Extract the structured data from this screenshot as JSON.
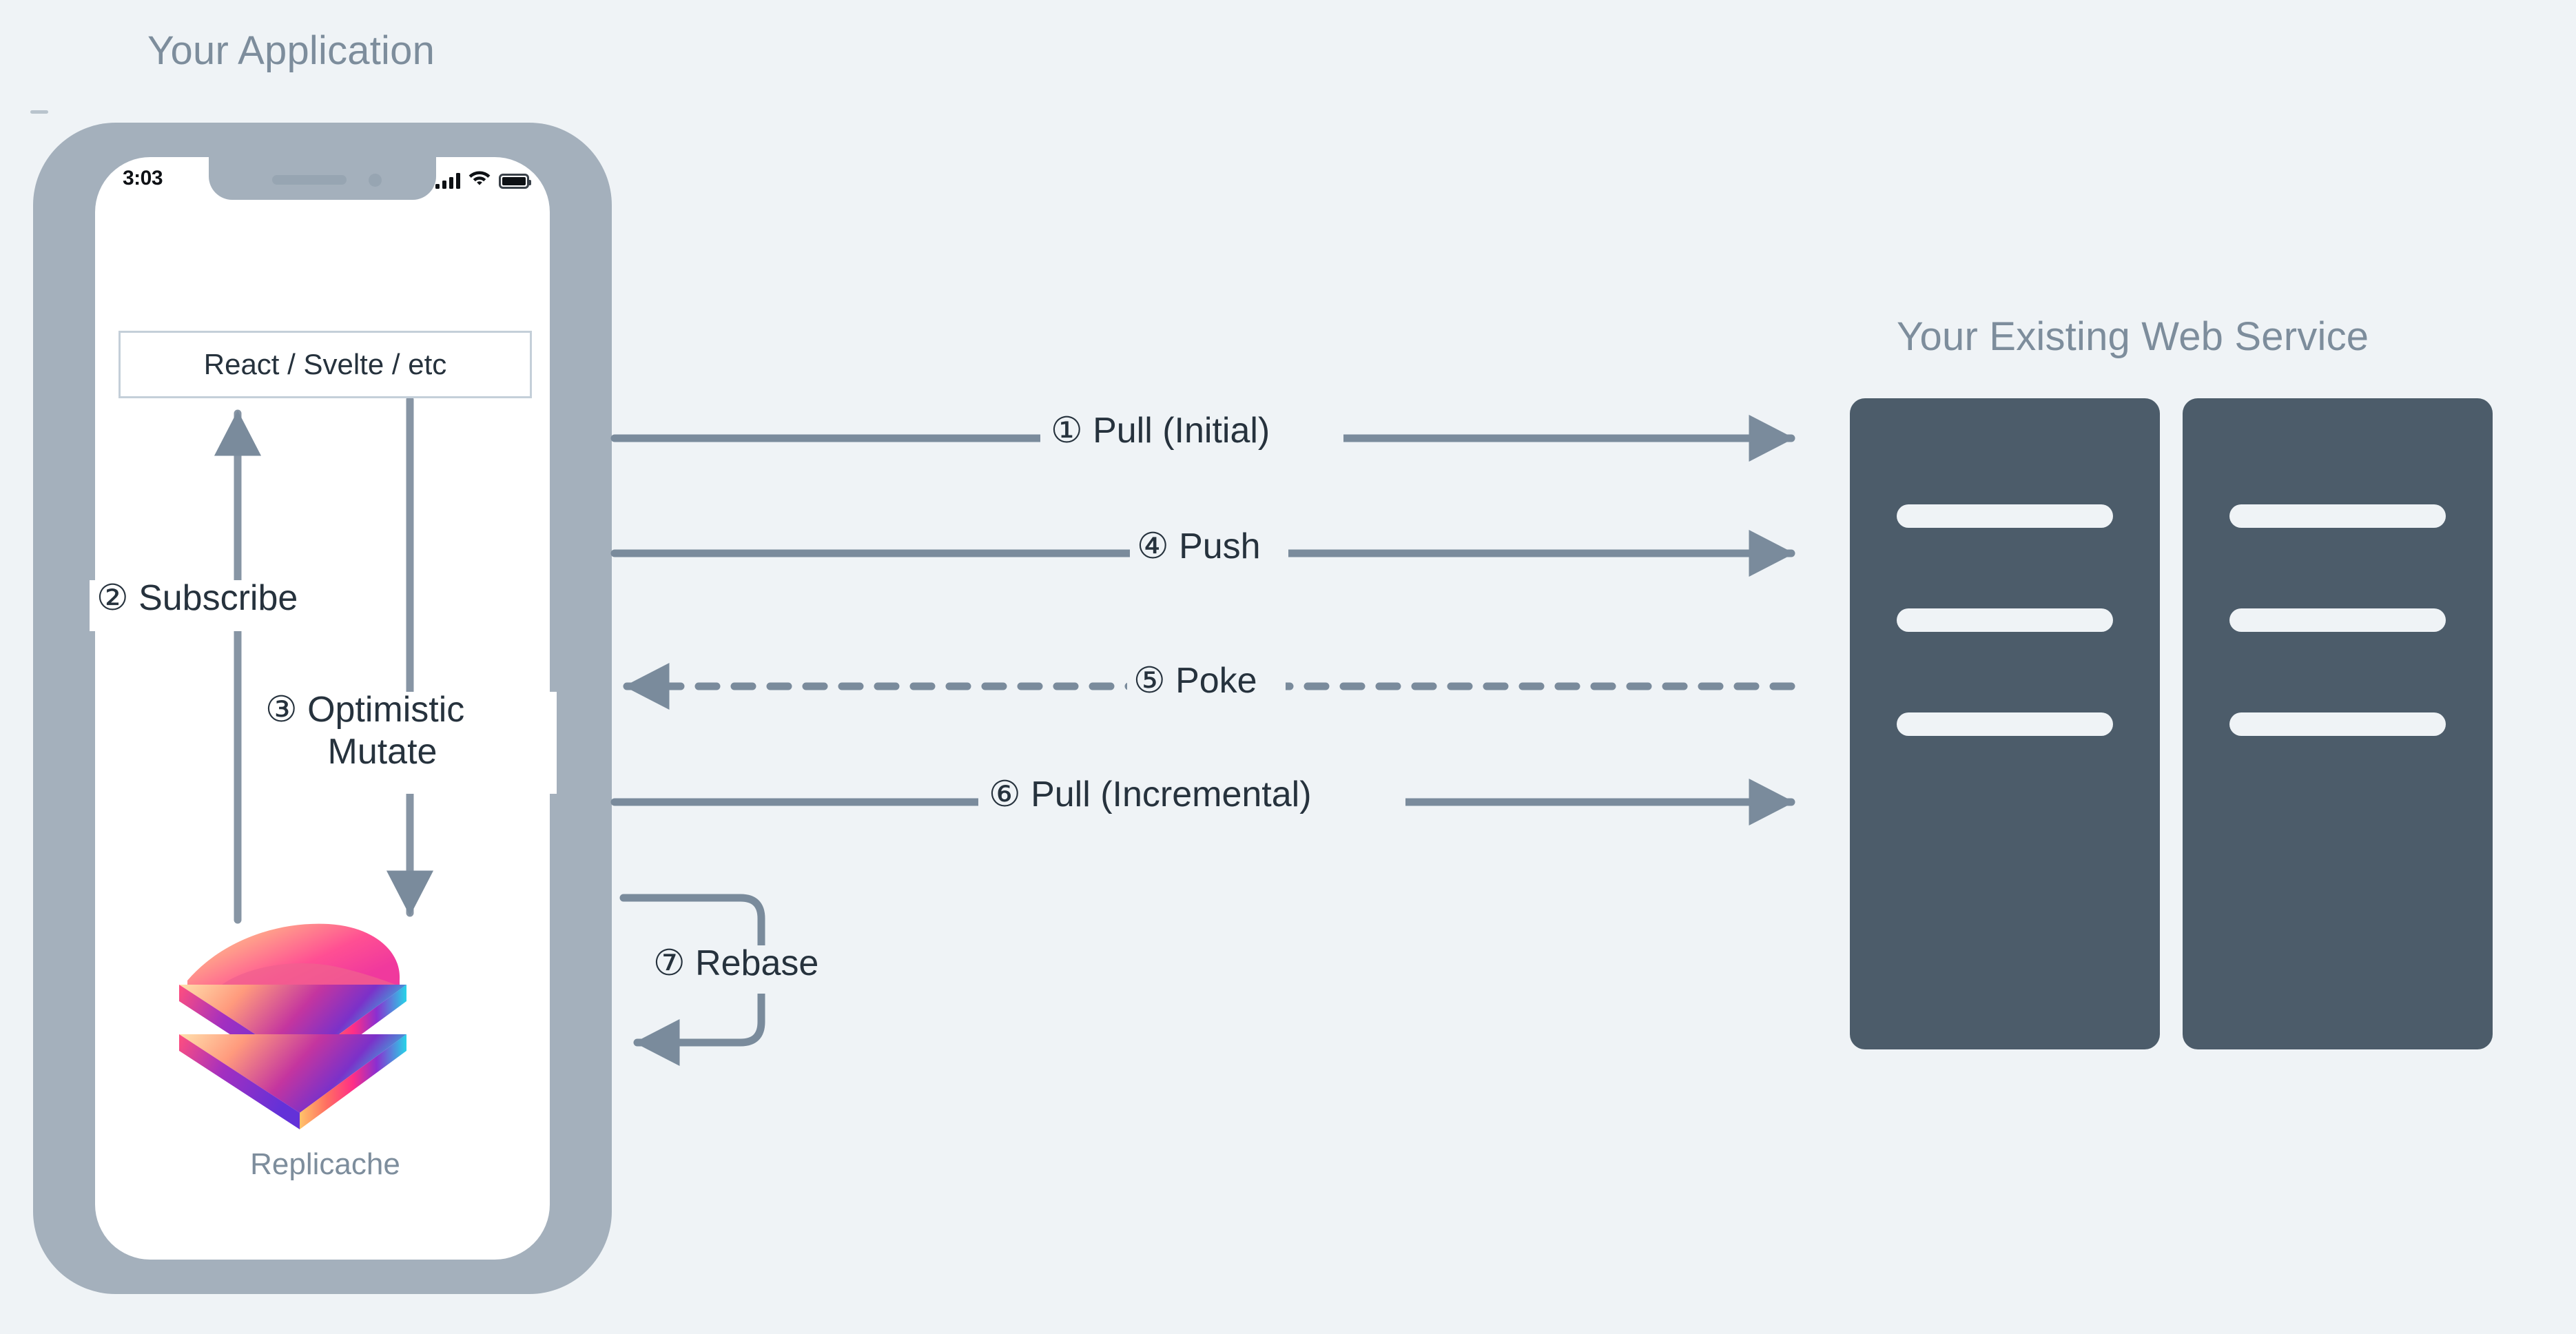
{
  "background_color": "#eff3f6",
  "palette": {
    "heading": "#7d8d9c",
    "body_text": "#26323d",
    "arrow": "#7a8b9c",
    "phone_bezel": "#a4b0bc",
    "server_fill": "#4c5c6a",
    "box_border": "#c4cfd9"
  },
  "app": {
    "title": "Your Application",
    "phone": {
      "status_bar": {
        "time": "3:03",
        "icons": [
          "cellular-signal-icon",
          "wifi-icon",
          "battery-icon"
        ]
      },
      "framework_box": {
        "label": "React / Svelte / etc"
      },
      "logo": {
        "name": "Replicache",
        "icon": "replicache-layers-logo"
      }
    }
  },
  "service": {
    "title": "Your Existing Web Service",
    "servers": [
      {
        "name": "server-rack-1",
        "bars": 3
      },
      {
        "name": "server-rack-2",
        "bars": 3
      }
    ]
  },
  "steps": [
    {
      "id": 1,
      "badge": "①",
      "label": "① Pull (Initial)",
      "direction": "client-to-server",
      "style": "solid"
    },
    {
      "id": 2,
      "badge": "②",
      "label": "② Subscribe",
      "direction": "cache-to-ui",
      "style": "solid"
    },
    {
      "id": 3,
      "badge": "③",
      "label": "③ Optimistic",
      "label_line2": "Mutate",
      "direction": "ui-to-cache",
      "style": "solid"
    },
    {
      "id": 4,
      "badge": "④",
      "label": "④ Push",
      "direction": "client-to-server",
      "style": "solid"
    },
    {
      "id": 5,
      "badge": "⑤",
      "label": "⑤ Poke",
      "direction": "server-to-client",
      "style": "dashed"
    },
    {
      "id": 6,
      "badge": "⑥",
      "label": "⑥ Pull (Incremental)",
      "direction": "client-to-server",
      "style": "solid"
    },
    {
      "id": 7,
      "badge": "⑦",
      "label": "⑦ Rebase",
      "direction": "loop-back-to-cache",
      "style": "solid"
    }
  ]
}
